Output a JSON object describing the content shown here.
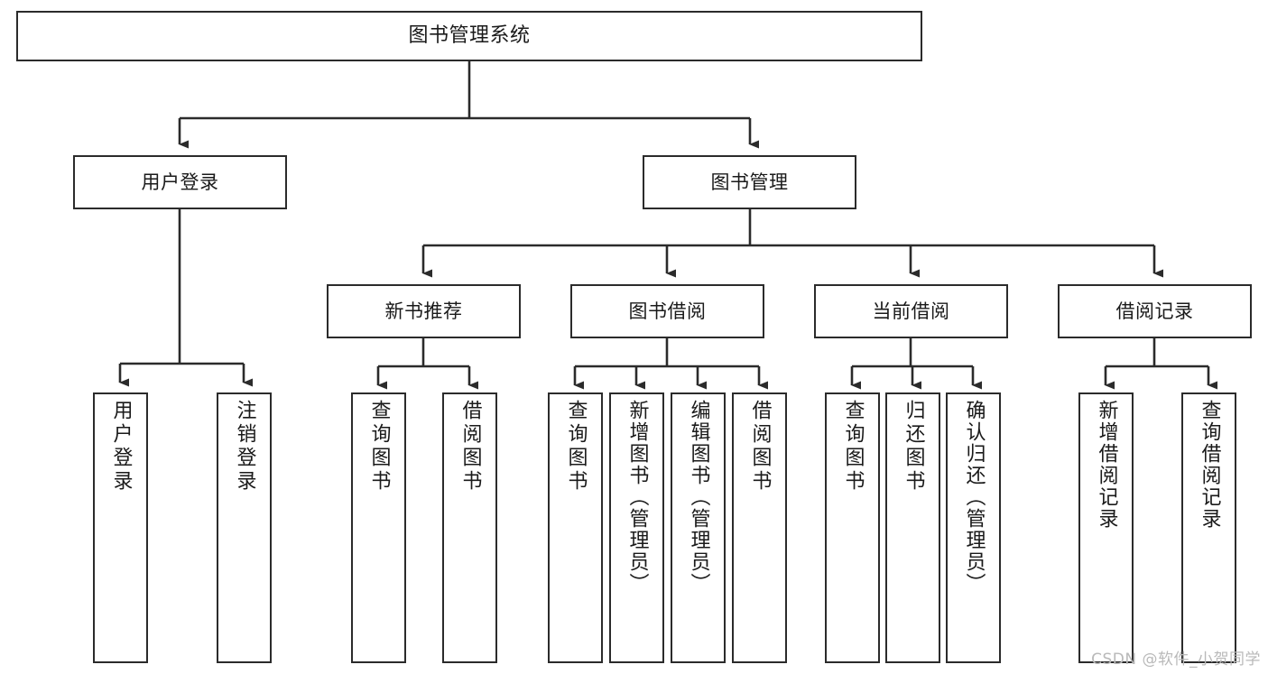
{
  "diagram": {
    "title": "图书管理系统",
    "type": "tree",
    "watermark": "CSDN @软件_小贺同学",
    "colors": {
      "stroke": "#2b2b2b",
      "fill": "#ffffff",
      "text": "#1a1a1a",
      "watermark": "#b9b9b9"
    },
    "nodes": {
      "root": {
        "label": "图书管理系统"
      },
      "level1": [
        {
          "label": "用户登录"
        },
        {
          "label": "图书管理"
        }
      ],
      "level2": [
        {
          "label": "新书推荐"
        },
        {
          "label": "图书借阅"
        },
        {
          "label": "当前借阅"
        },
        {
          "label": "借阅记录"
        }
      ],
      "leaves": {
        "user_login": [
          {
            "label": "用户登录"
          },
          {
            "label": "注销登录"
          }
        ],
        "new_book": [
          {
            "label": "查询图书"
          },
          {
            "label": "借阅图书"
          }
        ],
        "borrow": [
          {
            "label": "查询图书"
          },
          {
            "label": "新增图书（管理员）"
          },
          {
            "label": "编辑图书（管理员）"
          },
          {
            "label": "借阅图书"
          }
        ],
        "current": [
          {
            "label": "查询图书"
          },
          {
            "label": "归还图书"
          },
          {
            "label": "确认归还（管理员）"
          }
        ],
        "records": [
          {
            "label": "新增借阅记录"
          },
          {
            "label": "查询借阅记录"
          }
        ]
      }
    }
  }
}
